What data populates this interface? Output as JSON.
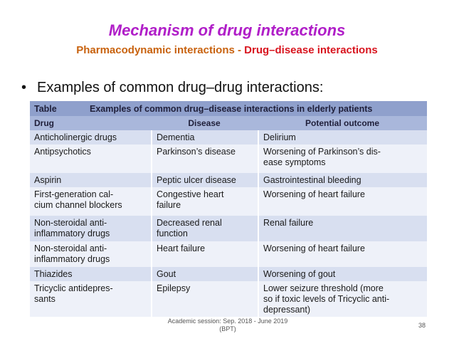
{
  "slide": {
    "title": "Mechanism of drug interactions",
    "subtitle_part1": "Pharmacodynamic interactions - ",
    "subtitle_part2": "Drug–disease interactions",
    "bullet_symbol": "•",
    "bullet_text": "Examples of common drug–drug interactions:"
  },
  "table": {
    "label": "Table",
    "caption": "Examples of common drug–disease interactions in elderly patients",
    "headers": [
      "Drug",
      "Disease",
      "Potential outcome"
    ],
    "rows": [
      [
        "Anticholinergic drugs",
        "Dementia",
        "Delirium"
      ],
      [
        "Antipsychotics",
        "Parkinson’s disease",
        "Worsening of Parkinson’s dis-\nease symptoms"
      ],
      [
        "Aspirin",
        "Peptic ulcer disease",
        "Gastrointestinal bleeding"
      ],
      [
        "First-generation cal-\ncium channel blockers",
        "Congestive heart\nfailure",
        "Worsening of heart failure"
      ],
      [
        "Non-steroidal anti-\ninflammatory drugs",
        "Decreased renal\nfunction",
        "Renal failure"
      ],
      [
        "Non-steroidal anti-\ninflammatory drugs",
        "Heart failure",
        "Worsening of heart failure"
      ],
      [
        "Thiazides",
        "Gout",
        "Worsening of gout"
      ],
      [
        "Tricyclic antidepres-\nsants",
        "Epilepsy",
        "Lower seizure threshold (more\nso if toxic levels of Tricyclic anti-\ndepressant)"
      ]
    ]
  },
  "footer": {
    "line1": "Academic session:  Sep. 2018 - June 2019",
    "line2": "(BPT)",
    "page_number": "38"
  },
  "colors": {
    "title": "#b01ec8",
    "subtitle_part1": "#c8620e",
    "subtitle_part2": "#d8141e",
    "table_header": "#8fa0cc",
    "column_header": "#a9b7db",
    "row_shade": "#d8dff0",
    "row_plain": "#eef1f9"
  }
}
